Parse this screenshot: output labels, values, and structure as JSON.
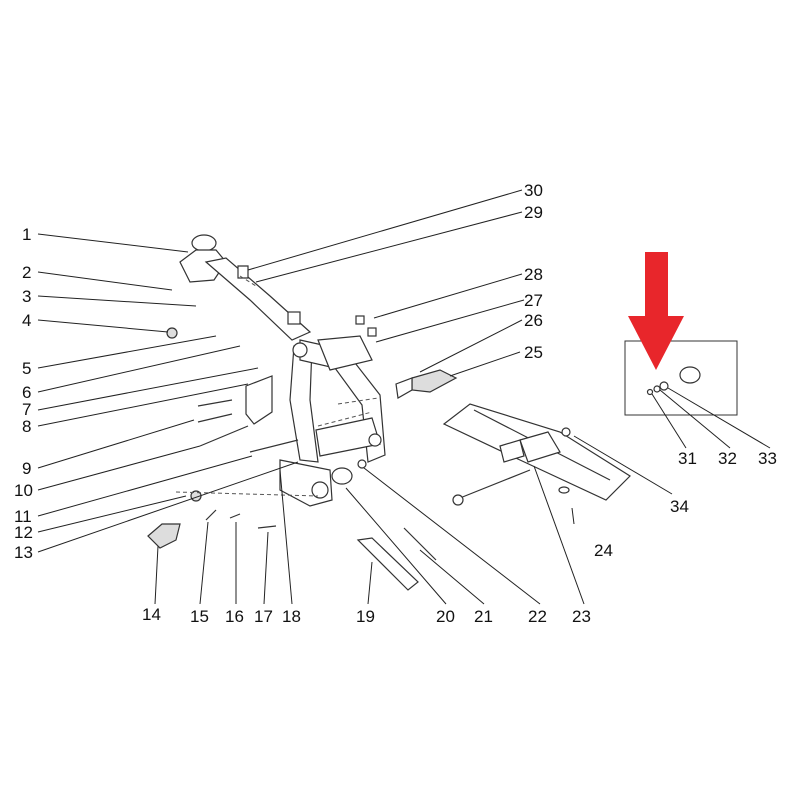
{
  "diagram": {
    "callouts": [
      {
        "id": "1",
        "label": "1"
      },
      {
        "id": "2",
        "label": "2"
      },
      {
        "id": "3",
        "label": "3"
      },
      {
        "id": "4",
        "label": "4"
      },
      {
        "id": "5",
        "label": "5"
      },
      {
        "id": "6",
        "label": "6"
      },
      {
        "id": "7",
        "label": "7"
      },
      {
        "id": "8",
        "label": "8"
      },
      {
        "id": "9",
        "label": "9"
      },
      {
        "id": "10",
        "label": "10"
      },
      {
        "id": "11",
        "label": "11"
      },
      {
        "id": "12",
        "label": "12"
      },
      {
        "id": "13",
        "label": "13"
      },
      {
        "id": "14",
        "label": "14"
      },
      {
        "id": "15",
        "label": "15"
      },
      {
        "id": "16",
        "label": "16"
      },
      {
        "id": "17",
        "label": "17"
      },
      {
        "id": "18",
        "label": "18"
      },
      {
        "id": "19",
        "label": "19"
      },
      {
        "id": "20",
        "label": "20"
      },
      {
        "id": "21",
        "label": "21"
      },
      {
        "id": "22",
        "label": "22"
      },
      {
        "id": "23",
        "label": "23"
      },
      {
        "id": "24",
        "label": "24"
      },
      {
        "id": "25",
        "label": "25"
      },
      {
        "id": "26",
        "label": "26"
      },
      {
        "id": "27",
        "label": "27"
      },
      {
        "id": "28",
        "label": "28"
      },
      {
        "id": "29",
        "label": "29"
      },
      {
        "id": "30",
        "label": "30"
      },
      {
        "id": "31",
        "label": "31"
      },
      {
        "id": "32",
        "label": "32"
      },
      {
        "id": "33",
        "label": "33"
      },
      {
        "id": "34",
        "label": "34"
      }
    ],
    "highlight_arrow_color": "#e8262b",
    "line_color": "#222222"
  }
}
